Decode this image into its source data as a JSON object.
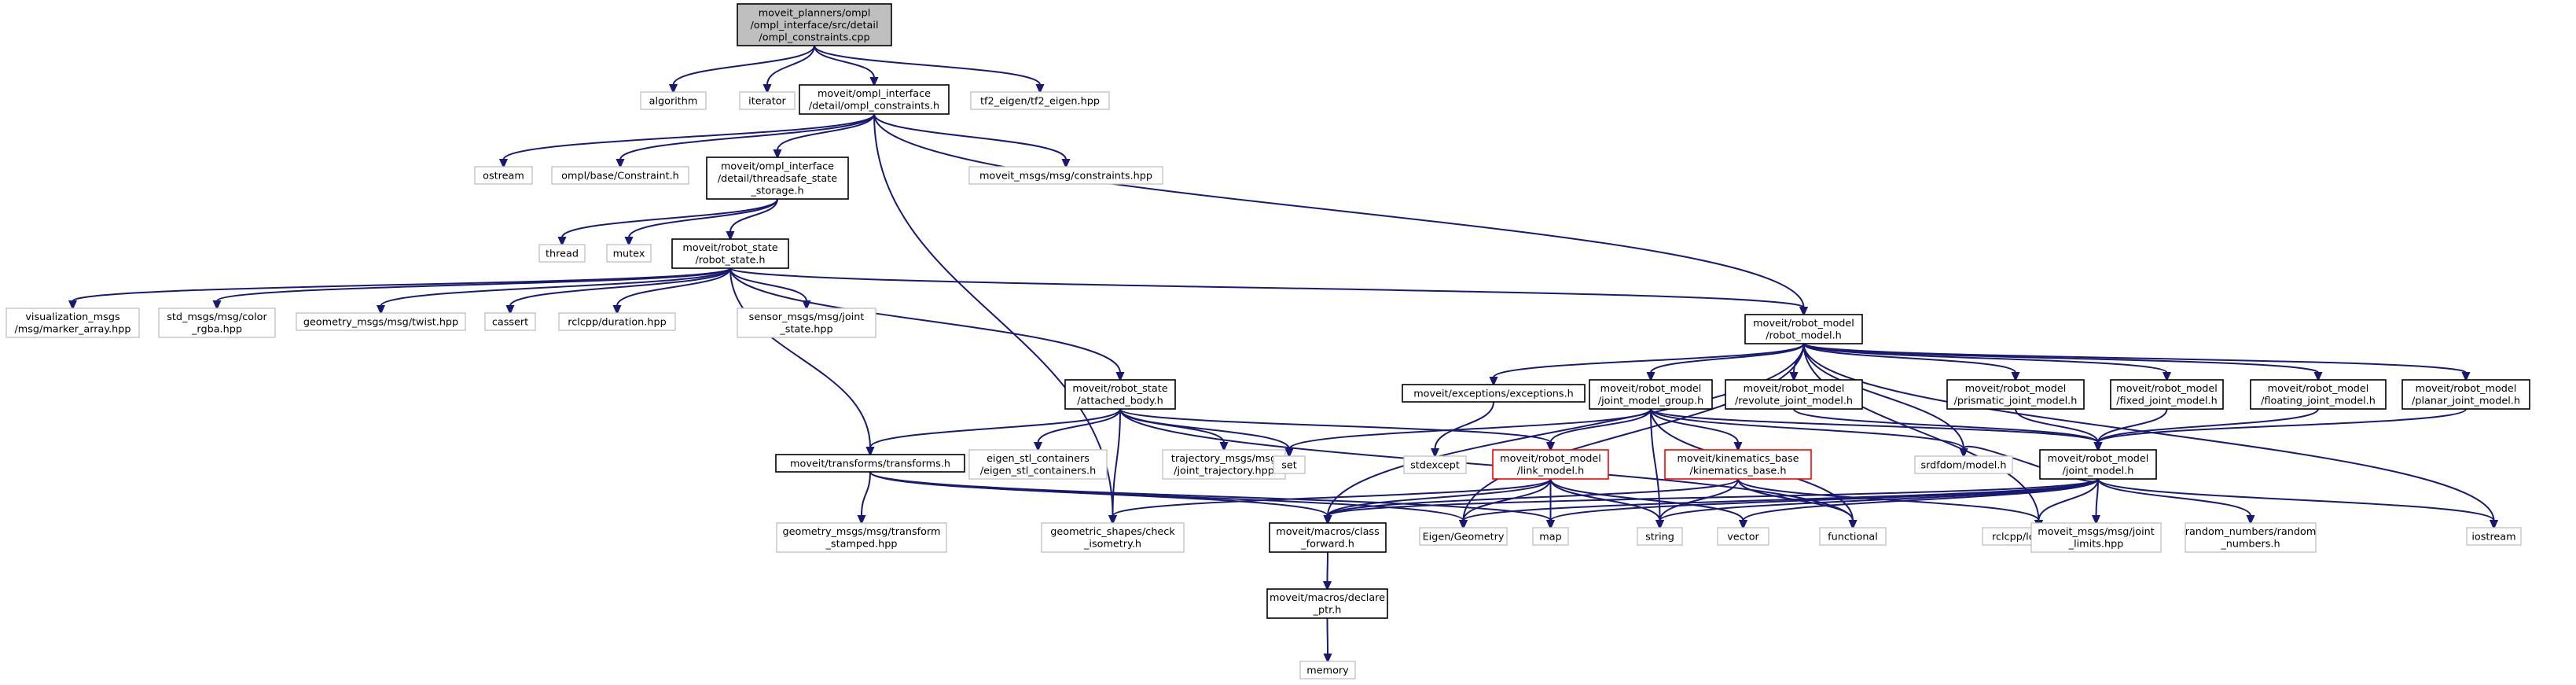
{
  "colors": {
    "node_border": "#000000",
    "external_border": "#bfbfbf",
    "undocumented_border": "#ff0000",
    "root_fill": "#bfbfbf",
    "edge": "#191970"
  },
  "nodes": [
    {
      "id": "root",
      "lines": [
        "moveit_planners/ompl",
        "/ompl_interface/src/detail",
        "/ompl_constraints.cpp"
      ],
      "kind": "root"
    },
    {
      "id": "algorithm",
      "lines": [
        "algorithm"
      ],
      "kind": "external"
    },
    {
      "id": "iterator",
      "lines": [
        "iterator"
      ],
      "kind": "external"
    },
    {
      "id": "ompl_constraints_h",
      "lines": [
        "moveit/ompl_interface",
        "/detail/ompl_constraints.h"
      ],
      "kind": "local"
    },
    {
      "id": "tf2_eigen",
      "lines": [
        "tf2_eigen/tf2_eigen.hpp"
      ],
      "kind": "external"
    },
    {
      "id": "ostream",
      "lines": [
        "ostream"
      ],
      "kind": "external"
    },
    {
      "id": "ompl_constraint",
      "lines": [
        "ompl/base/Constraint.h"
      ],
      "kind": "external"
    },
    {
      "id": "threadsafe",
      "lines": [
        "moveit/ompl_interface",
        "/detail/threadsafe_state",
        "_storage.h"
      ],
      "kind": "local"
    },
    {
      "id": "constraints_hpp",
      "lines": [
        "moveit_msgs/msg/constraints.hpp"
      ],
      "kind": "external"
    },
    {
      "id": "thread",
      "lines": [
        "thread"
      ],
      "kind": "external"
    },
    {
      "id": "mutex",
      "lines": [
        "mutex"
      ],
      "kind": "external"
    },
    {
      "id": "robot_state",
      "lines": [
        "moveit/robot_state",
        "/robot_state.h"
      ],
      "kind": "local"
    },
    {
      "id": "marker_array",
      "lines": [
        "visualization_msgs",
        "/msg/marker_array.hpp"
      ],
      "kind": "external"
    },
    {
      "id": "color_rgba",
      "lines": [
        "std_msgs/msg/color",
        "_rgba.hpp"
      ],
      "kind": "external"
    },
    {
      "id": "twist",
      "lines": [
        "geometry_msgs/msg/twist.hpp"
      ],
      "kind": "external"
    },
    {
      "id": "cassert",
      "lines": [
        "cassert"
      ],
      "kind": "external"
    },
    {
      "id": "duration",
      "lines": [
        "rclcpp/duration.hpp"
      ],
      "kind": "external"
    },
    {
      "id": "joint_state",
      "lines": [
        "sensor_msgs/msg/joint",
        "_state.hpp"
      ],
      "kind": "external"
    },
    {
      "id": "robot_model_h",
      "lines": [
        "moveit/robot_model",
        "/robot_model.h"
      ],
      "kind": "local"
    },
    {
      "id": "attached_body",
      "lines": [
        "moveit/robot_state",
        "/attached_body.h"
      ],
      "kind": "local"
    },
    {
      "id": "exceptions",
      "lines": [
        "moveit/exceptions/exceptions.h"
      ],
      "kind": "local"
    },
    {
      "id": "joint_model_group",
      "lines": [
        "moveit/robot_model",
        "/joint_model_group.h"
      ],
      "kind": "local"
    },
    {
      "id": "revolute",
      "lines": [
        "moveit/robot_model",
        "/revolute_joint_model.h"
      ],
      "kind": "local"
    },
    {
      "id": "prismatic",
      "lines": [
        "moveit/robot_model",
        "/prismatic_joint_model.h"
      ],
      "kind": "local"
    },
    {
      "id": "fixed",
      "lines": [
        "moveit/robot_model",
        "/fixed_joint_model.h"
      ],
      "kind": "local"
    },
    {
      "id": "floating",
      "lines": [
        "moveit/robot_model",
        "/floating_joint_model.h"
      ],
      "kind": "local"
    },
    {
      "id": "planar",
      "lines": [
        "moveit/robot_model",
        "/planar_joint_model.h"
      ],
      "kind": "local"
    },
    {
      "id": "transforms",
      "lines": [
        "moveit/transforms/transforms.h"
      ],
      "kind": "local"
    },
    {
      "id": "eigen_stl",
      "lines": [
        "eigen_stl_containers",
        "/eigen_stl_containers.h"
      ],
      "kind": "external"
    },
    {
      "id": "joint_trajectory",
      "lines": [
        "trajectory_msgs/msg",
        "/joint_trajectory.hpp"
      ],
      "kind": "external"
    },
    {
      "id": "set",
      "lines": [
        "set"
      ],
      "kind": "external"
    },
    {
      "id": "stdexcept",
      "lines": [
        "stdexcept"
      ],
      "kind": "external"
    },
    {
      "id": "link_model",
      "lines": [
        "moveit/robot_model",
        "/link_model.h"
      ],
      "kind": "undocumented"
    },
    {
      "id": "kinematics_base",
      "lines": [
        "moveit/kinematics_base",
        "/kinematics_base.h"
      ],
      "kind": "undocumented"
    },
    {
      "id": "srdfdom",
      "lines": [
        "srdfdom/model.h"
      ],
      "kind": "external"
    },
    {
      "id": "joint_model",
      "lines": [
        "moveit/robot_model",
        "/joint_model.h"
      ],
      "kind": "local"
    },
    {
      "id": "transform_stamped",
      "lines": [
        "geometry_msgs/msg/transform",
        "_stamped.hpp"
      ],
      "kind": "external"
    },
    {
      "id": "check_isometry",
      "lines": [
        "geometric_shapes/check",
        "_isometry.h"
      ],
      "kind": "external"
    },
    {
      "id": "class_forward",
      "lines": [
        "moveit/macros/class",
        "_forward.h"
      ],
      "kind": "local"
    },
    {
      "id": "eigen_geometry",
      "lines": [
        "Eigen/Geometry"
      ],
      "kind": "external"
    },
    {
      "id": "map",
      "lines": [
        "map"
      ],
      "kind": "external"
    },
    {
      "id": "string",
      "lines": [
        "string"
      ],
      "kind": "external"
    },
    {
      "id": "vector",
      "lines": [
        "vector"
      ],
      "kind": "external"
    },
    {
      "id": "functional",
      "lines": [
        "functional"
      ],
      "kind": "external"
    },
    {
      "id": "rclcpp_logging",
      "lines": [
        "rclcpp/logging.hpp"
      ],
      "kind": "external"
    },
    {
      "id": "joint_limits",
      "lines": [
        "moveit_msgs/msg/joint",
        "_limits.hpp"
      ],
      "kind": "external"
    },
    {
      "id": "random_numbers",
      "lines": [
        "random_numbers/random",
        "_numbers.h"
      ],
      "kind": "external"
    },
    {
      "id": "iostream",
      "lines": [
        "iostream"
      ],
      "kind": "external"
    },
    {
      "id": "declare_ptr",
      "lines": [
        "moveit/macros/declare",
        "_ptr.h"
      ],
      "kind": "local"
    },
    {
      "id": "memory",
      "lines": [
        "memory"
      ],
      "kind": "external"
    }
  ],
  "edges": [
    [
      "root",
      "algorithm"
    ],
    [
      "root",
      "iterator"
    ],
    [
      "root",
      "ompl_constraints_h"
    ],
    [
      "root",
      "tf2_eigen"
    ],
    [
      "ompl_constraints_h",
      "ostream"
    ],
    [
      "ompl_constraints_h",
      "ompl_constraint"
    ],
    [
      "ompl_constraints_h",
      "threadsafe"
    ],
    [
      "ompl_constraints_h",
      "constraints_hpp"
    ],
    [
      "ompl_constraints_h",
      "robot_model_h"
    ],
    [
      "ompl_constraints_h",
      "check_isometry"
    ],
    [
      "threadsafe",
      "thread"
    ],
    [
      "threadsafe",
      "mutex"
    ],
    [
      "threadsafe",
      "robot_state"
    ],
    [
      "robot_state",
      "marker_array"
    ],
    [
      "robot_state",
      "color_rgba"
    ],
    [
      "robot_state",
      "twist"
    ],
    [
      "robot_state",
      "cassert"
    ],
    [
      "robot_state",
      "duration"
    ],
    [
      "robot_state",
      "joint_state"
    ],
    [
      "robot_state",
      "robot_model_h"
    ],
    [
      "robot_state",
      "attached_body"
    ],
    [
      "robot_state",
      "transforms"
    ],
    [
      "robot_model_h",
      "exceptions"
    ],
    [
      "robot_model_h",
      "joint_model_group"
    ],
    [
      "robot_model_h",
      "revolute"
    ],
    [
      "robot_model_h",
      "prismatic"
    ],
    [
      "robot_model_h",
      "fixed"
    ],
    [
      "robot_model_h",
      "floating"
    ],
    [
      "robot_model_h",
      "planar"
    ],
    [
      "robot_model_h",
      "class_forward"
    ],
    [
      "robot_model_h",
      "eigen_geometry"
    ],
    [
      "robot_model_h",
      "srdfdom"
    ],
    [
      "robot_model_h",
      "rclcpp_logging"
    ],
    [
      "robot_model_h",
      "iostream"
    ],
    [
      "attached_body",
      "transforms"
    ],
    [
      "attached_body",
      "eigen_stl"
    ],
    [
      "attached_body",
      "joint_trajectory"
    ],
    [
      "attached_body",
      "set"
    ],
    [
      "attached_body",
      "link_model"
    ],
    [
      "attached_body",
      "check_isometry"
    ],
    [
      "attached_body",
      "functional"
    ],
    [
      "exceptions",
      "stdexcept"
    ],
    [
      "joint_model_group",
      "link_model"
    ],
    [
      "joint_model_group",
      "kinematics_base"
    ],
    [
      "joint_model_group",
      "srdfdom"
    ],
    [
      "joint_model_group",
      "joint_model"
    ],
    [
      "joint_model_group",
      "set"
    ],
    [
      "joint_model_group",
      "string"
    ],
    [
      "joint_model_group",
      "functional"
    ],
    [
      "revolute",
      "joint_model"
    ],
    [
      "prismatic",
      "joint_model"
    ],
    [
      "fixed",
      "joint_model"
    ],
    [
      "floating",
      "joint_model"
    ],
    [
      "planar",
      "joint_model"
    ],
    [
      "transforms",
      "transform_stamped"
    ],
    [
      "transforms",
      "class_forward"
    ],
    [
      "transforms",
      "eigen_geometry"
    ],
    [
      "transforms",
      "map"
    ],
    [
      "link_model",
      "class_forward"
    ],
    [
      "link_model",
      "eigen_geometry"
    ],
    [
      "link_model",
      "check_isometry"
    ],
    [
      "link_model",
      "map"
    ],
    [
      "link_model",
      "string"
    ],
    [
      "link_model",
      "vector"
    ],
    [
      "kinematics_base",
      "class_forward"
    ],
    [
      "kinematics_base",
      "string"
    ],
    [
      "kinematics_base",
      "functional"
    ],
    [
      "kinematics_base",
      "rclcpp_logging"
    ],
    [
      "joint_model",
      "class_forward"
    ],
    [
      "joint_model",
      "eigen_geometry"
    ],
    [
      "joint_model",
      "map"
    ],
    [
      "joint_model",
      "string"
    ],
    [
      "joint_model",
      "vector"
    ],
    [
      "joint_model",
      "rclcpp_logging"
    ],
    [
      "joint_model",
      "joint_limits"
    ],
    [
      "joint_model",
      "random_numbers"
    ],
    [
      "joint_model",
      "iostream"
    ],
    [
      "joint_model",
      "srdfdom"
    ],
    [
      "class_forward",
      "declare_ptr"
    ],
    [
      "declare_ptr",
      "memory"
    ]
  ]
}
